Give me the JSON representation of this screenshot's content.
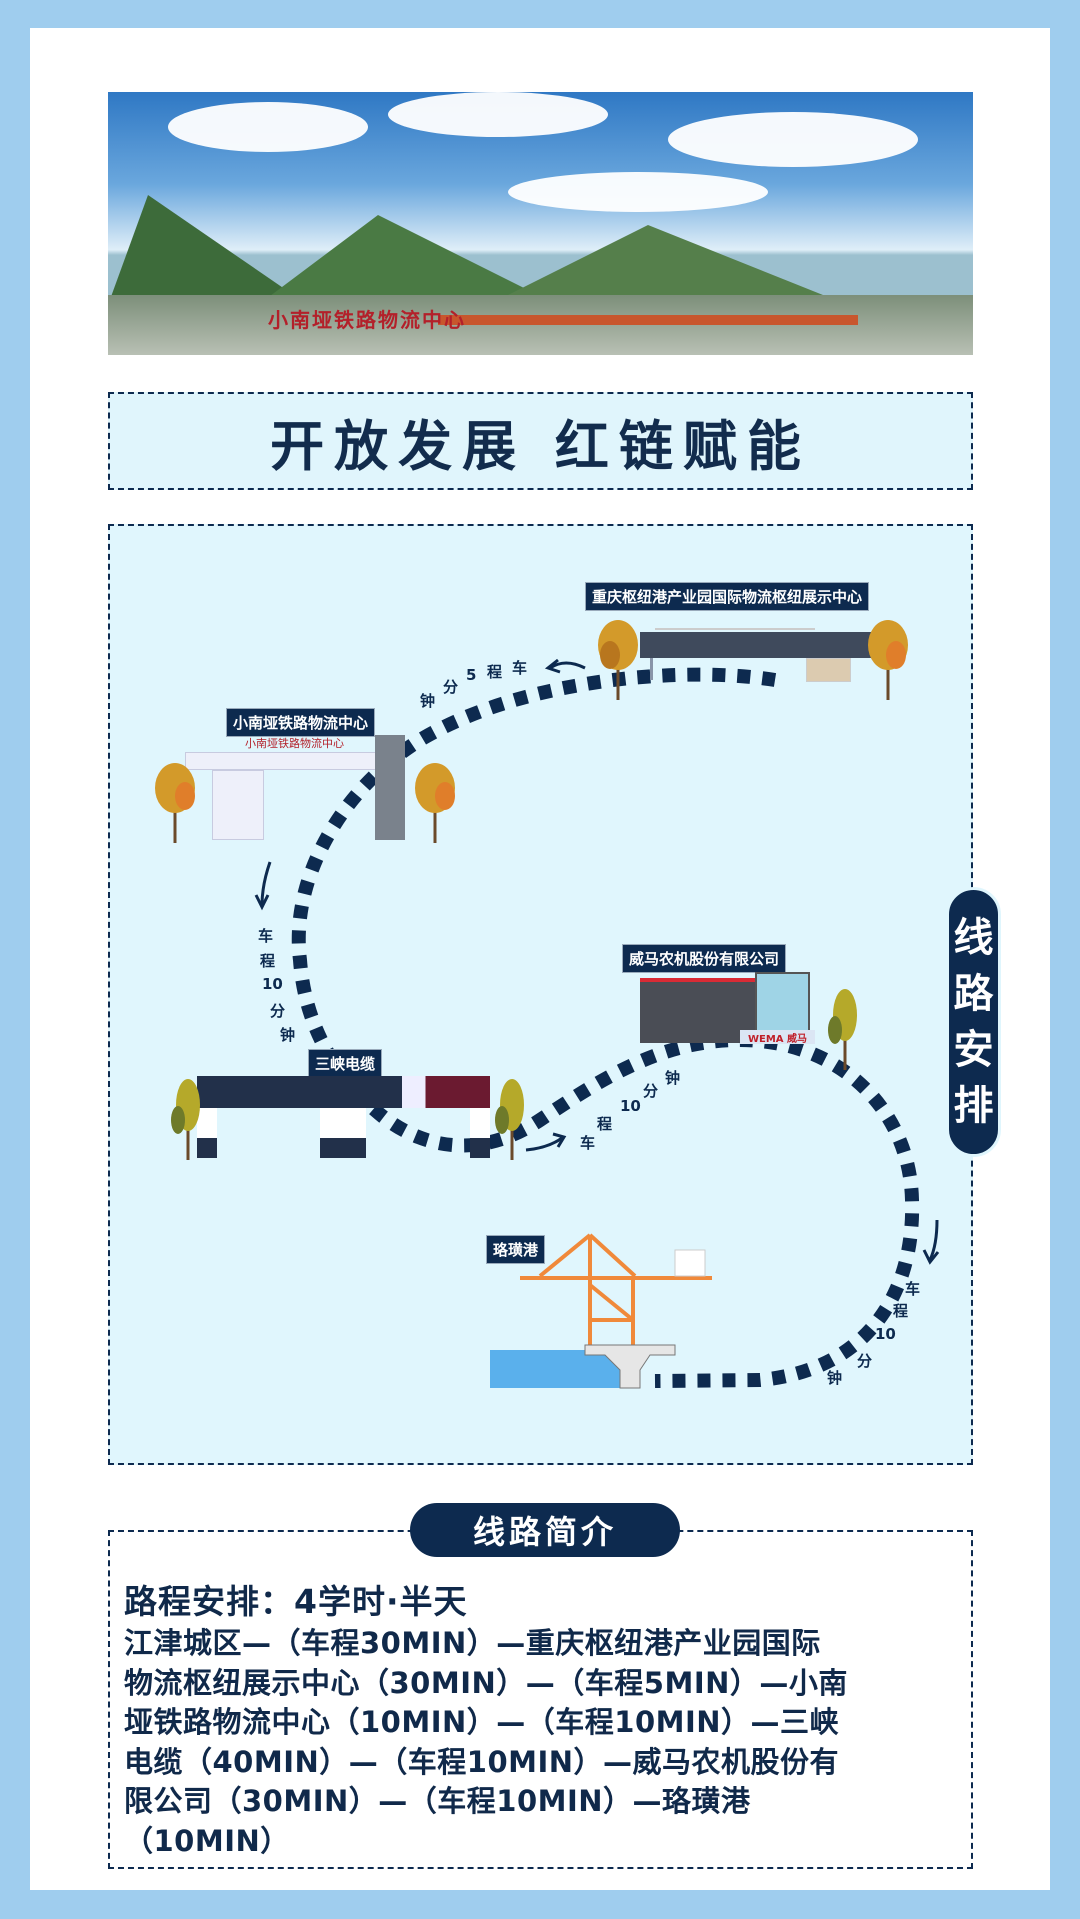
{
  "banner": {
    "sign_text": "小南垭铁路物流中心"
  },
  "title": "开放发展  红链赋能",
  "map": {
    "side_pill": [
      "线",
      "路",
      "安",
      "排"
    ],
    "stops": [
      {
        "name": "重庆枢纽港产业园国际物流枢纽展示中心"
      },
      {
        "name": "小南垭铁路物流中心"
      },
      {
        "name": "三峡电缆"
      },
      {
        "name": "威马农机股份有限公司"
      },
      {
        "name": "珞璜港"
      }
    ],
    "legs": [
      {
        "chars": [
          "车",
          "程",
          "5",
          "分",
          "钟"
        ]
      },
      {
        "chars": [
          "车",
          "程",
          "10",
          "分",
          "钟"
        ]
      },
      {
        "chars": [
          "车",
          "程",
          "10",
          "分",
          "钟"
        ]
      },
      {
        "chars": [
          "车",
          "程",
          "10",
          "分",
          "钟"
        ]
      }
    ],
    "building_signs": {
      "weima": "WEMA 威马",
      "xiaonan": "小南垭铁路物流中心"
    }
  },
  "intro": {
    "pill": "线路简介",
    "heading": "路程安排：4学时·半天",
    "lines": [
      "江津城区—（车程30MIN）—重庆枢纽港产业园国际",
      "物流枢纽展示中心（30MIN）—（车程5MIN）—小南",
      "垭铁路物流中心（10MIN）—（车程10MIN）—三峡",
      "电缆（40MIN）—（车程10MIN）—威马农机股份有",
      "限公司（30MIN）—（车程10MIN）—珞璜港",
      "（10MIN）"
    ]
  },
  "colors": {
    "navy": "#0d2a4f",
    "outer": "#9fcdee",
    "map_bg": "#e0f6fd"
  }
}
